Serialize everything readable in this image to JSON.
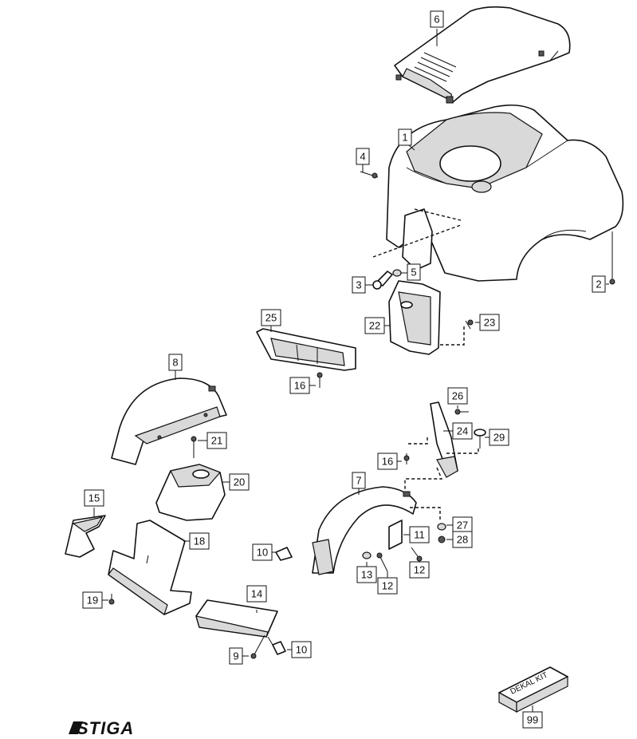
{
  "callouts": {
    "c1": "1",
    "c2": "2",
    "c3": "3",
    "c4": "4",
    "c5": "5",
    "c6": "6",
    "c7": "7",
    "c8": "8",
    "c9": "9",
    "c10a": "10",
    "c10b": "10",
    "c11": "11",
    "c12a": "12",
    "c12b": "12",
    "c13": "13",
    "c14": "14",
    "c15": "15",
    "c16a": "16",
    "c16b": "16",
    "c18": "18",
    "c19": "19",
    "c20": "20",
    "c21": "21",
    "c22": "22",
    "c23": "23",
    "c24": "24",
    "c25": "25",
    "c26": "26",
    "c27": "27",
    "c28": "28",
    "c29": "29",
    "c99": "99"
  },
  "decal_kit_label": "DEKAL KIT",
  "logo_text": "STIGA"
}
